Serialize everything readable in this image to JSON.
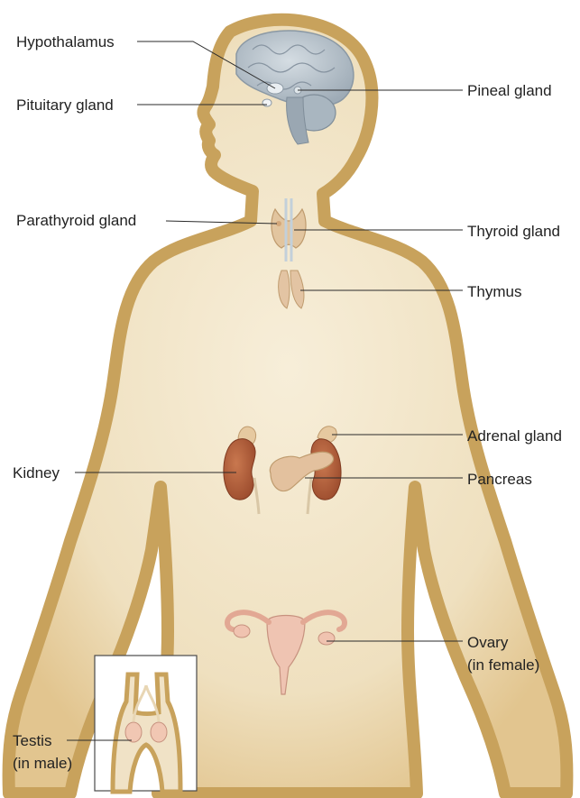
{
  "labels": {
    "hypothalamus": "Hypothalamus",
    "pituitary_gland": "Pituitary gland",
    "pineal_gland": "Pineal gland",
    "parathyroid_gland": "Parathyroid gland",
    "thyroid_gland": "Thyroid gland",
    "thymus": "Thymus",
    "adrenal_gland": "Adrenal gland",
    "kidney": "Kidney",
    "pancreas": "Pancreas",
    "ovary_line1": "Ovary",
    "ovary_line2": "(in female)",
    "testis_line1": "Testis",
    "testis_line2": "(in male)"
  },
  "colors": {
    "body_fill": "#eddcb8",
    "body_outline": "#c8a25c",
    "brain": "#b9c4cc",
    "kidney": "#b35f3c",
    "gland": "#ddbd95",
    "leader_line": "#2a2a2a"
  }
}
